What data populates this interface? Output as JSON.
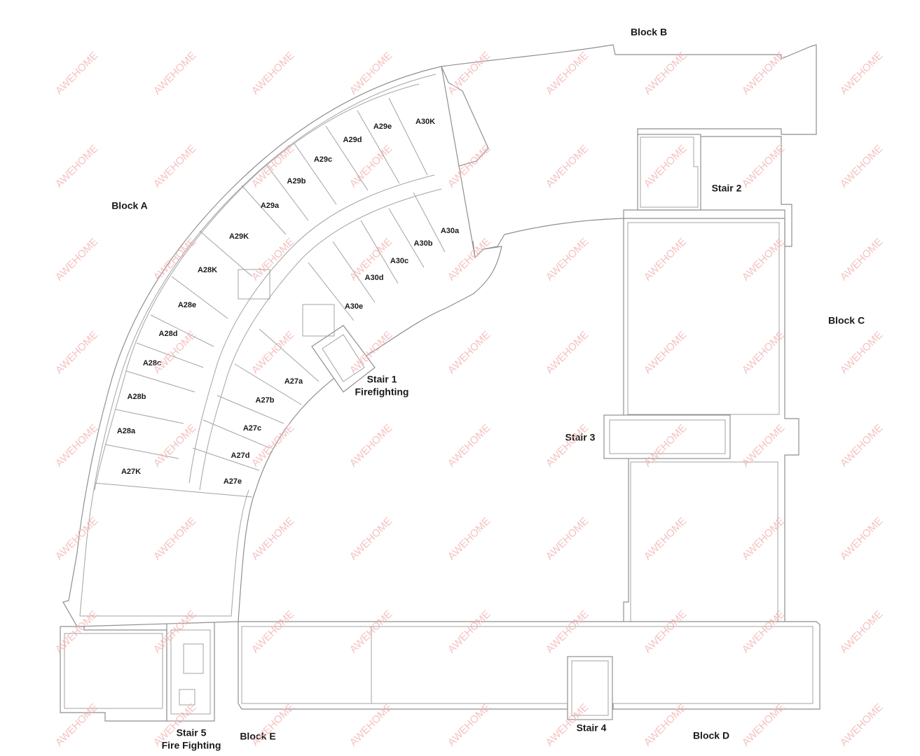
{
  "blocks": {
    "a": "Block A",
    "b": "Block B",
    "c": "Block C",
    "d": "Block D",
    "e": "Block E"
  },
  "stairs": {
    "s1_line1": "Stair 1",
    "s1_line2": "Firefighting",
    "s2": "Stair 2",
    "s3": "Stair 3",
    "s4": "Stair 4",
    "s5_line1": "Stair 5",
    "s5_line2": "Fire Fighting"
  },
  "rooms": {
    "A30K": "A30K",
    "A29e": "A29e",
    "A29d": "A29d",
    "A29c": "A29c",
    "A29b": "A29b",
    "A29a": "A29a",
    "A29K": "A29K",
    "A28K": "A28K",
    "A28e": "A28e",
    "A28d": "A28d",
    "A28c": "A28c",
    "A28b": "A28b",
    "A28a": "A28a",
    "A27K": "A27K",
    "A30a": "A30a",
    "A30b": "A30b",
    "A30c": "A30c",
    "A30d": "A30d",
    "A30e": "A30e",
    "A27a": "A27a",
    "A27b": "A27b",
    "A27c": "A27c",
    "A27d": "A27d",
    "A27e": "A27e"
  },
  "watermark": "AWEHOME"
}
